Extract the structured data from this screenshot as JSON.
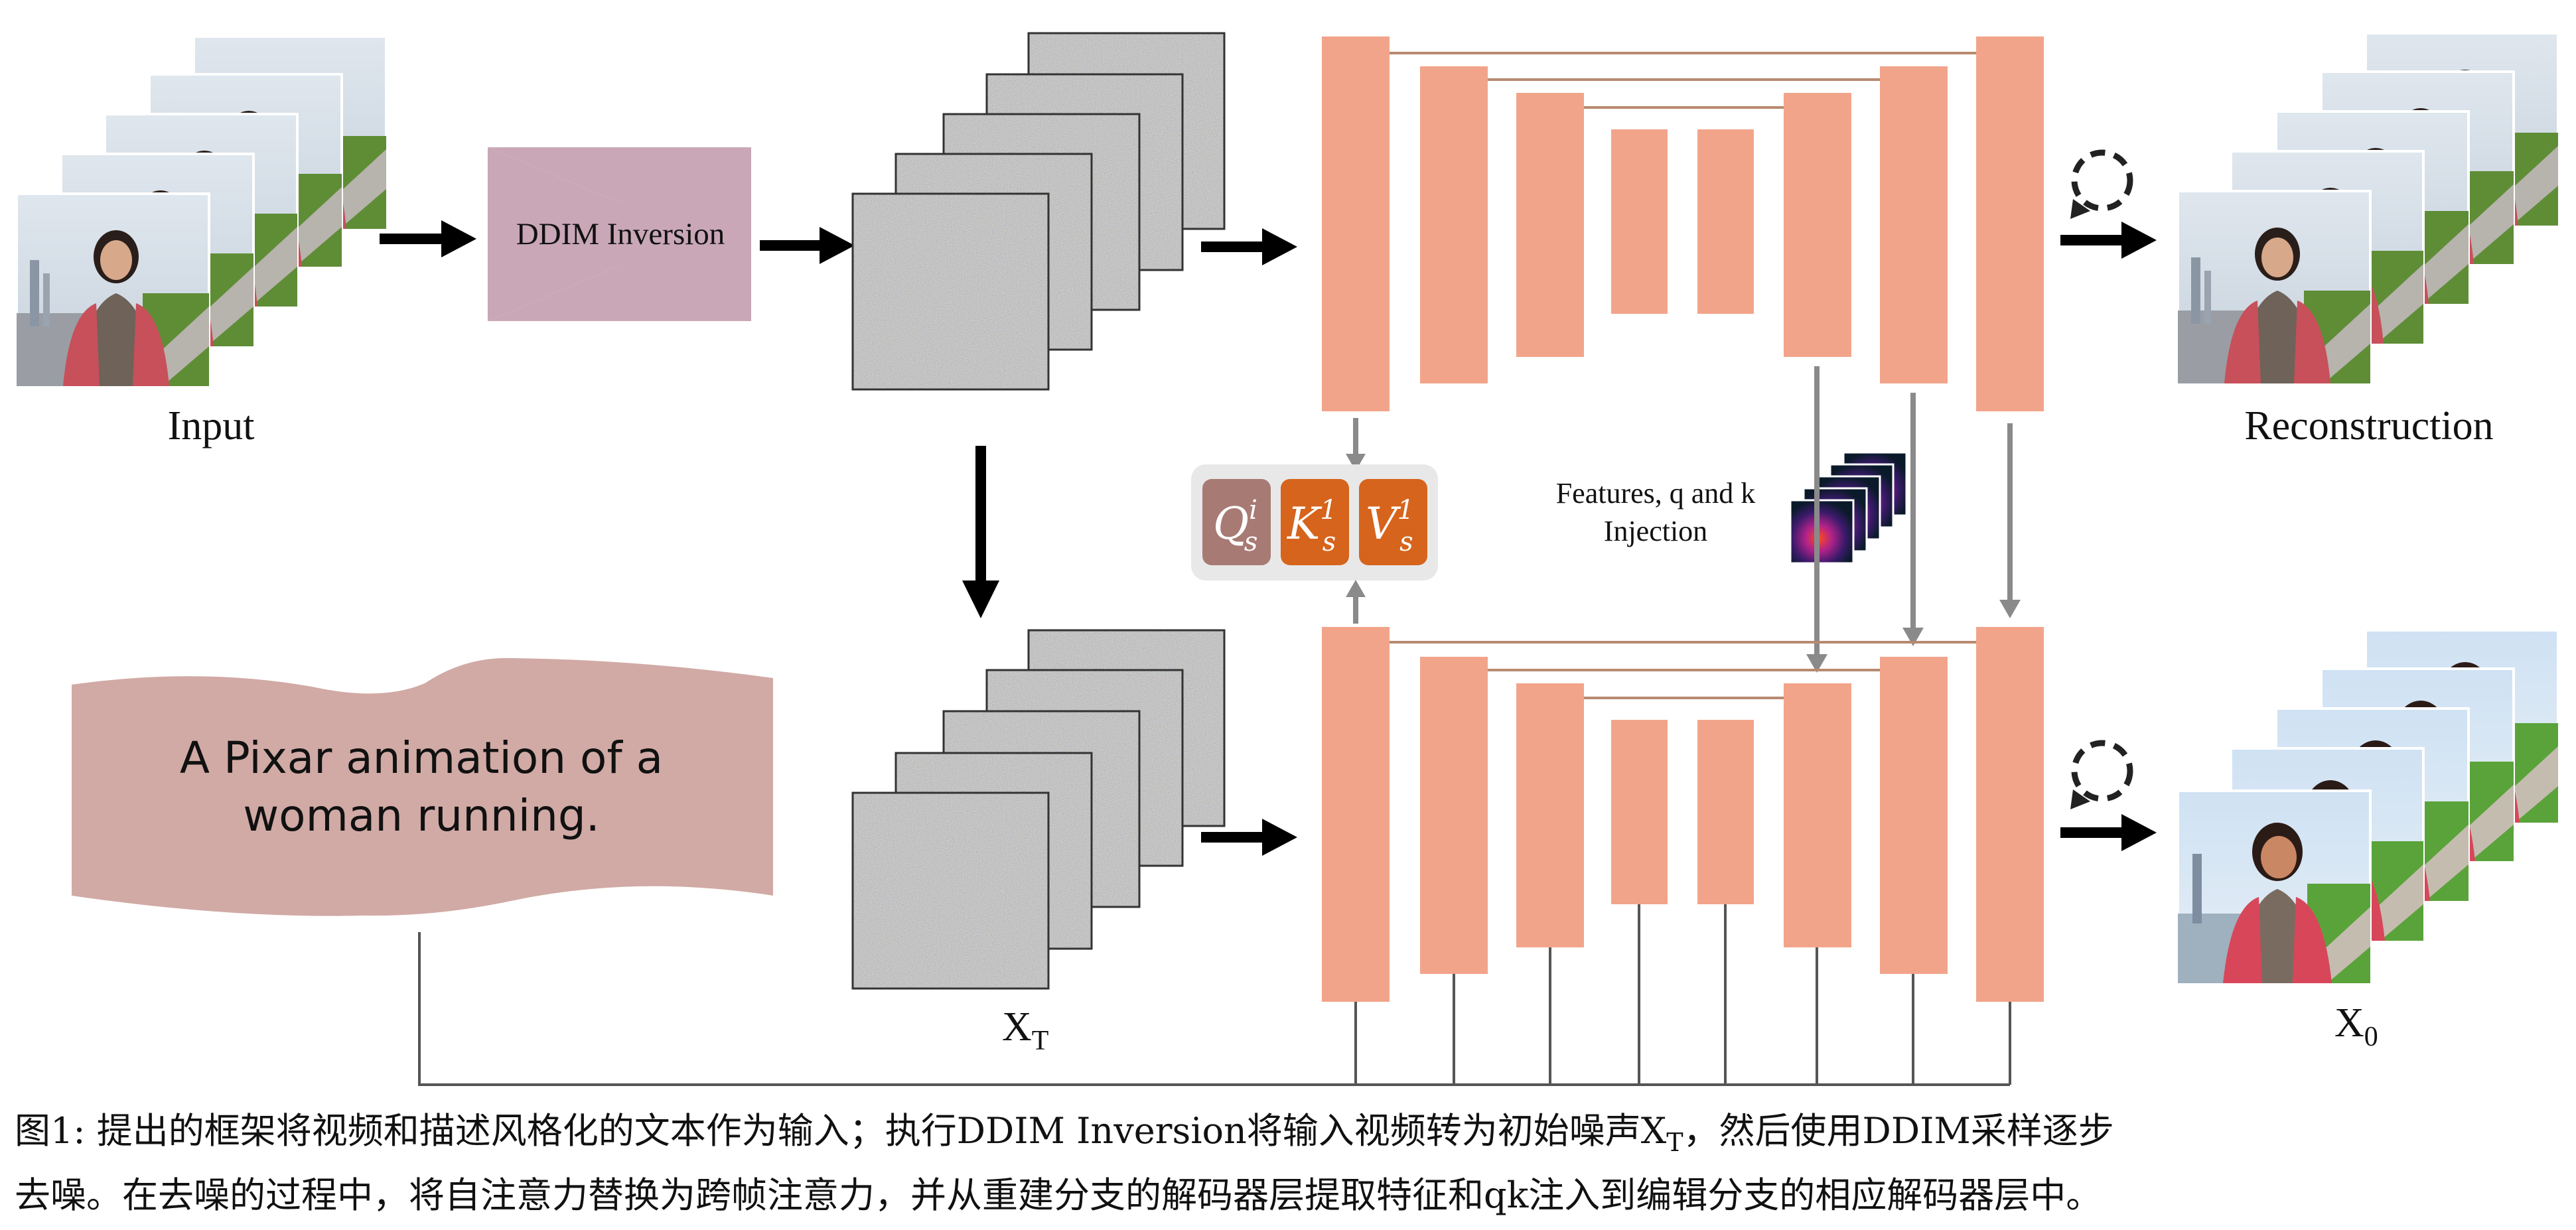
{
  "labels": {
    "input": "Input",
    "ddim_inversion": "DDIM Inversion",
    "reconstruction": "Reconstruction",
    "xt_main": "X",
    "xt_sub": "T",
    "x0_main": "X",
    "x0_sub": "0",
    "features_line1": "Features, q and k",
    "features_line2": "Injection"
  },
  "attention": {
    "q_base": "Q",
    "q_sup": "i",
    "q_sub": "s",
    "k_base": "K",
    "k_sup": "1",
    "k_sub": "s",
    "v_base": "V",
    "v_sup": "1",
    "v_sub": "s"
  },
  "prompt": {
    "line1": "A Pixar animation of a",
    "line2": "woman running."
  },
  "caption": {
    "line1": "图1: 提出的框架将视频和描述风格化的文本作为输入；执行DDIM Inversion将输入视频转为初始噪声X",
    "line1_sub": "T",
    "line1_end": "，然后使用DDIM采样逐步",
    "line2": "去噪。在去噪的过程中，将自注意力替换为跨帧注意力，并从重建分支的解码器层提取特征和qk注入到编辑分支的相应解码器层中。"
  },
  "colors": {
    "unet_block": "#f2a48a",
    "skip_line": "#b88a70",
    "ddim_block": "#c9a7b6",
    "prompt_bg": "#d1aaa5",
    "q_box": "#a87a74",
    "kv_box": "#d6641c",
    "qkv_panel": "#e8e8e8",
    "gray_arrow": "#8a8a8a",
    "noise": "#7c7c7c"
  },
  "icons": [
    "refresh-cycle-icon",
    "black-arrow-icon",
    "gray-arrow-icon"
  ]
}
